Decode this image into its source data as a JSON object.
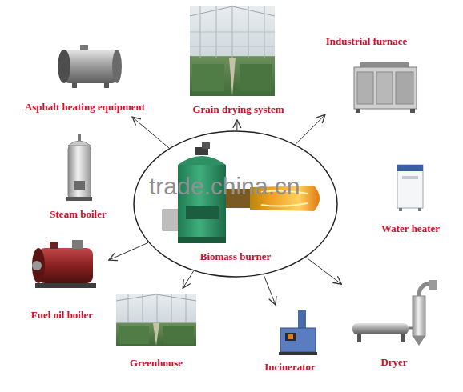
{
  "diagram": {
    "nodes": [
      {
        "text": [
          "Asphalt heating equipment"
        ]
      },
      {
        "text": [
          "Grain drying system"
        ]
      },
      {
        "text": [
          "Industrial furnace"
        ]
      },
      {
        "text": [
          "Steam boiler"
        ]
      },
      {
        "text": [
          "Biomass burner"
        ]
      },
      {
        "text": [
          "Water heater"
        ]
      },
      {
        "text": [
          "Fuel oil boiler"
        ]
      },
      {
        "text": [
          "Greenhouse"
        ]
      },
      {
        "text": [
          "Incinerator"
        ]
      },
      {
        "text": [
          "Dryer"
        ]
      }
    ],
    "edges": [
      {
        "from": 4,
        "to": 0,
        "arrow": "to"
      },
      {
        "from": 4,
        "to": 1,
        "arrow": "to"
      },
      {
        "from": 4,
        "to": 2,
        "arrow": "to"
      },
      {
        "from": 4,
        "to": 6,
        "arrow": "to"
      },
      {
        "from": 4,
        "to": 7,
        "arrow": "to"
      },
      {
        "from": 4,
        "to": 8,
        "arrow": "to"
      },
      {
        "from": 4,
        "to": 9,
        "arrow": "to"
      }
    ],
    "labels": [
      "trade.china.cn"
    ]
  }
}
